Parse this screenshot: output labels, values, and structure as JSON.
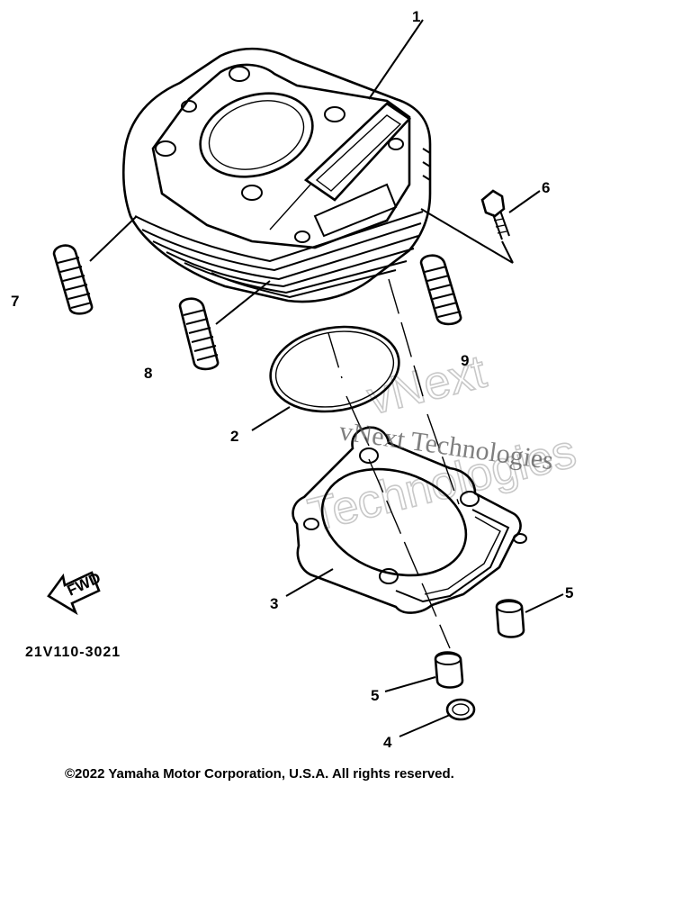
{
  "callouts": {
    "c1": "1",
    "c2": "2",
    "c3": "3",
    "c4": "4",
    "c5a": "5",
    "c5b": "5",
    "c6": "6",
    "c7": "7",
    "c8": "8",
    "c9": "9"
  },
  "fwd_label": "FWD",
  "diagram_code": "21V110-3021",
  "watermark": {
    "line1": "vNext",
    "line2": "Technologies",
    "small": "vNext Technologies"
  },
  "copyright": "©2022 Yamaha Motor Corporation, U.S.A. All rights reserved."
}
